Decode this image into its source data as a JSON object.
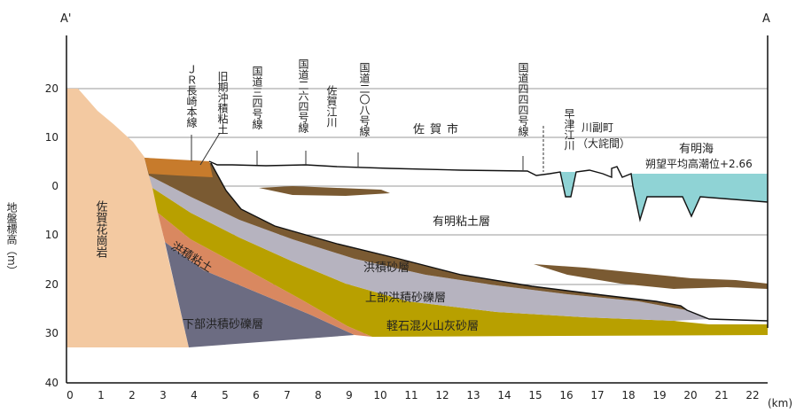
{
  "endpoints": {
    "left": "A'",
    "right": "A"
  },
  "y_axis": {
    "title": "地盤標高（m）",
    "ticks": [
      "20",
      "10",
      "0",
      "10",
      "20",
      "30",
      "40"
    ]
  },
  "x_axis": {
    "unit": "(km)",
    "ticks": [
      "0",
      "1",
      "2",
      "3",
      "4",
      "5",
      "6",
      "7",
      "8",
      "9",
      "10",
      "11",
      "12",
      "13",
      "14",
      "15",
      "16",
      "17",
      "18",
      "19",
      "20",
      "21",
      "22"
    ]
  },
  "layers": {
    "granite": "佐賀花崗岩",
    "ariake_clay": "有明粘土層",
    "diluvial_sand": "洪積砂層",
    "diluvial_clay": "洪積粘土",
    "upper_gravel": "上部洪積砂礫層",
    "lower_gravel": "下部洪積砂礫層",
    "pumice": "軽石混火山灰砂層"
  },
  "places": {
    "jr": "ＪＲ長崎本線",
    "old_clay": "旧期沖積粘土",
    "r34": "国道三四号線",
    "r264": "国道二六四号線",
    "saga_e": "佐賀江川",
    "r208": "国道二〇八号線",
    "saga_city": "佐賀市",
    "r444": "国道四四四号線",
    "hayatsu": "早津江川",
    "kawazoe": "川副町",
    "oda": "（大詫間）",
    "sea": "有明海",
    "tide": "朔望平均高潮位+2.66"
  },
  "colors": {
    "granite": "#f3c9a1",
    "ariake_clay": "#ffffff",
    "diluvial_sand": "#7a5a32",
    "diluvial_clay": "#d98860",
    "upper_gravel": "#b6b3bf",
    "lower_gravel": "#6c6c82",
    "pumice": "#b8a000",
    "old_clay": "#c77b2c",
    "sea": "#8fd3d5"
  }
}
